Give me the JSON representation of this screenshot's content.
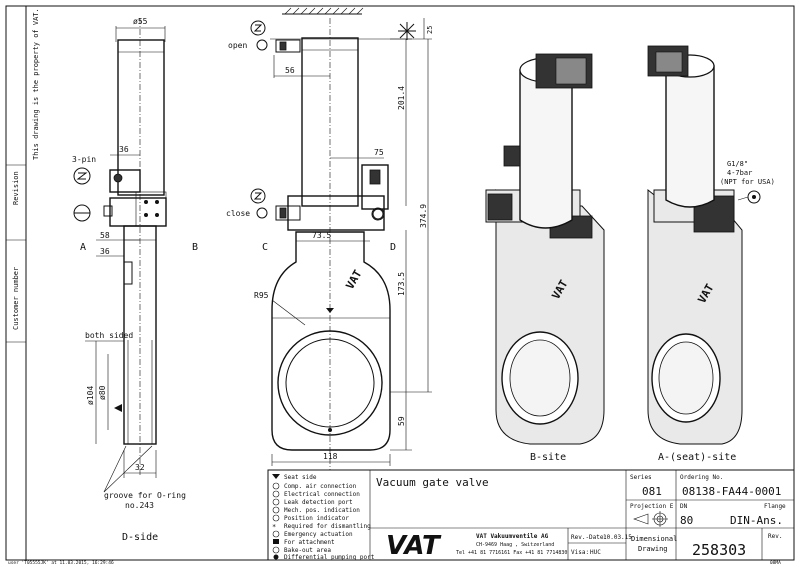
{
  "sidebar": {
    "property": "This drawing is the property of VAT.",
    "revision": "Revision",
    "customer_number": "Customer number"
  },
  "dimensions": {
    "d55": "ø55",
    "d36_top": "36",
    "d58": "58",
    "d36": "36",
    "d104": "ø104",
    "d80": "ø80",
    "d32": "32",
    "d25": "25",
    "d56": "56",
    "d201": "201.4",
    "d75": "75",
    "d374": "374.9",
    "d73": "73.5",
    "d173": "173.5",
    "r95": "R95",
    "d59": "59",
    "d118": "118"
  },
  "labels": {
    "three_pin": "3-pin",
    "A": "A",
    "B": "B",
    "C": "C",
    "D": "D",
    "open": "open",
    "close": "close",
    "both_sided": "both sided",
    "groove_1": "groove for O-ring",
    "groove_2": "no.243",
    "d_side": "D-side",
    "b_site": "B-site",
    "a_site": "A-(seat)-site",
    "g18_1": "G1/8\"",
    "g18_2": "4-7bar",
    "g18_3": "(NPT for USA)"
  },
  "legend": [
    "Seat side",
    "Comp. air connection",
    "Electrical connection",
    "Leak detection port",
    "Mech. pos. indication",
    "Position indicator",
    "Required for dismantling",
    "Emergency actuation",
    "For attachment",
    "Bake-out area",
    "Differential pumping port"
  ],
  "title_block": {
    "title": "Vacuum gate valve",
    "series_label": "Series",
    "series": "081",
    "ordering_label": "Ordering No.",
    "ordering": "08138-FA44-0001",
    "projection_label": "Projection E",
    "dn_label": "DN",
    "dn": "80",
    "flange_label": "Flange",
    "flange": "DIN-Ans.",
    "company": "VAT Vakuumventile AG",
    "address": "CH-9469 Haag , Switzerland",
    "phone": "Tel +41 81 7716161 Fax +41 81 7714830",
    "logo": "VAT",
    "rev_date_label": "Rev.-Date:",
    "rev_date": "10.03.15",
    "visa_label": "Visa:",
    "visa": "HUC",
    "dim_drawing_1": "Dimensional",
    "dim_drawing_2": "Drawing",
    "drawing_no": "258303",
    "rev_label": "Rev."
  },
  "footer": {
    "user_stamp": "user 'T05555JK' at 11.03.2015, 16:29:46",
    "corner_mark": "08MA"
  }
}
